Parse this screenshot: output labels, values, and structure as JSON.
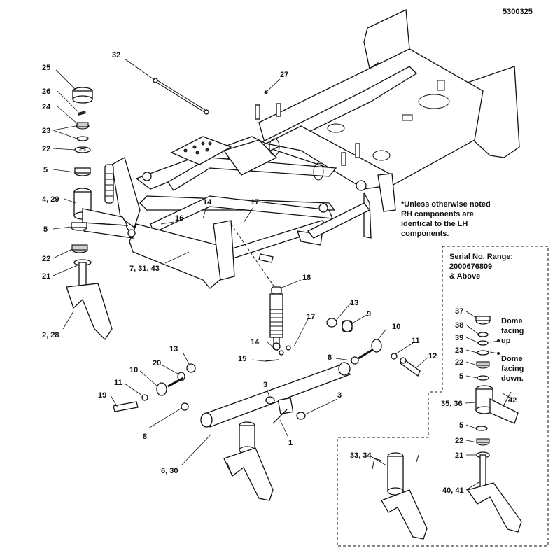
{
  "diagram": {
    "drawing_number": "5300325",
    "callouts": [
      {
        "id": "c32",
        "text": "32"
      },
      {
        "id": "c27",
        "text": "27"
      },
      {
        "id": "c25",
        "text": "25"
      },
      {
        "id": "c26",
        "text": "26"
      },
      {
        "id": "c24",
        "text": "24"
      },
      {
        "id": "c23a",
        "text": "23"
      },
      {
        "id": "c22a",
        "text": "22"
      },
      {
        "id": "c5a",
        "text": "5"
      },
      {
        "id": "c429",
        "text": "4, 29"
      },
      {
        "id": "c5b",
        "text": "5"
      },
      {
        "id": "c22b",
        "text": "22"
      },
      {
        "id": "c21a",
        "text": "21"
      },
      {
        "id": "c228",
        "text": "2, 28"
      },
      {
        "id": "c16",
        "text": "16"
      },
      {
        "id": "c14a",
        "text": "14"
      },
      {
        "id": "c17a",
        "text": "17"
      },
      {
        "id": "c73143",
        "text": "7, 31, 43"
      },
      {
        "id": "c18",
        "text": "18"
      },
      {
        "id": "c13a",
        "text": "13"
      },
      {
        "id": "c9",
        "text": "9"
      },
      {
        "id": "c17b",
        "text": "17"
      },
      {
        "id": "c10a",
        "text": "10"
      },
      {
        "id": "c14b",
        "text": "14"
      },
      {
        "id": "c15",
        "text": "15"
      },
      {
        "id": "c11a",
        "text": "11"
      },
      {
        "id": "c8a",
        "text": "8"
      },
      {
        "id": "c12",
        "text": "12"
      },
      {
        "id": "c13b",
        "text": "13"
      },
      {
        "id": "c20",
        "text": "20"
      },
      {
        "id": "c10b",
        "text": "10"
      },
      {
        "id": "c11b",
        "text": "11"
      },
      {
        "id": "c19",
        "text": "19"
      },
      {
        "id": "c8b",
        "text": "8"
      },
      {
        "id": "c3a",
        "text": "3"
      },
      {
        "id": "c3b",
        "text": "3"
      },
      {
        "id": "c1",
        "text": "1"
      },
      {
        "id": "c630",
        "text": "6, 30"
      },
      {
        "id": "c3334",
        "text": "33, 34"
      },
      {
        "id": "c37",
        "text": "37"
      },
      {
        "id": "c38",
        "text": "38"
      },
      {
        "id": "c39",
        "text": "39"
      },
      {
        "id": "c23b",
        "text": "23"
      },
      {
        "id": "c22c",
        "text": "22"
      },
      {
        "id": "c5c",
        "text": "5"
      },
      {
        "id": "c3536",
        "text": "35, 36"
      },
      {
        "id": "c42",
        "text": "42"
      },
      {
        "id": "c5d",
        "text": "5"
      },
      {
        "id": "c22d",
        "text": "22"
      },
      {
        "id": "c21b",
        "text": "21"
      },
      {
        "id": "c4041",
        "text": "40, 41"
      }
    ],
    "notes": {
      "rh_note": [
        "*Unless otherwise noted",
        "RH components are",
        "identical to the LH",
        "components."
      ],
      "serial_range": [
        "Serial No. Range:",
        "2000676809",
        "& Above"
      ],
      "dome_up": [
        "Dome",
        "facing",
        "up"
      ],
      "dome_down": [
        "Dome",
        "facing",
        "down."
      ]
    }
  }
}
